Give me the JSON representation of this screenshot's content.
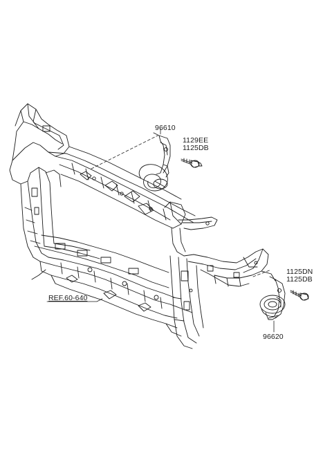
{
  "callouts": {
    "horn_high_part_no": "96610",
    "horn_high_bolt_1": "1129EE",
    "horn_high_bolt_2": "1125DB",
    "horn_low_bolt_1": "1125DN",
    "horn_low_bolt_2": "1125DB",
    "horn_low_part_no": "96620",
    "reference": "REF.60-640"
  },
  "parts": {
    "main_component": "front-end-module-carrier",
    "upper_horn": "horn-high",
    "lower_horn": "horn-low",
    "fasteners": "bolt"
  },
  "colors": {
    "line": "#1a1a1a",
    "background": "#ffffff"
  }
}
